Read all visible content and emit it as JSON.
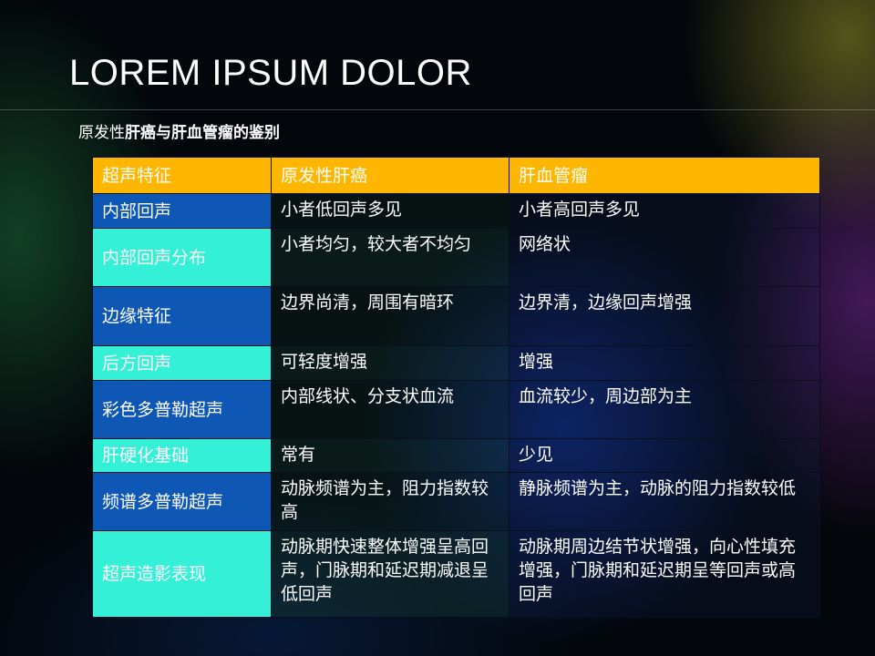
{
  "slide": {
    "title": "LOREM IPSUM DOLOR",
    "subtitle_plain": "原发性",
    "subtitle_bold": "肝癌与肝血管瘤的鉴别"
  },
  "colors": {
    "header_bg": "#ffb600",
    "first_col_blue": "#0e57b4",
    "first_col_teal": "#33f0d7",
    "text": "#ffffff"
  },
  "table": {
    "headers": [
      "超声特征",
      "原发性肝癌",
      "肝血管瘤"
    ],
    "rows": [
      [
        "内部回声",
        "小者低回声多见",
        "小者高回声多见"
      ],
      [
        "内部回声分布",
        "小者均匀，较大者不均匀",
        "网络状"
      ],
      [
        "边缘特征",
        "边界尚清，周围有暗环",
        "边界清，边缘回声增强"
      ],
      [
        "后方回声",
        "可轻度增强",
        "增强"
      ],
      [
        "彩色多普勒超声",
        "内部线状、分支状血流",
        "血流较少，周边部为主"
      ],
      [
        "肝硬化基础",
        "常有",
        "少见"
      ],
      [
        "频谱多普勒超声",
        "动脉频谱为主，阻力指数较高",
        "静脉频谱为主，动脉的阻力指数较低"
      ],
      [
        "超声造影表现",
        "动脉期快速整体增强呈高回声，门脉期和延迟期减退呈低回声",
        "动脉期周边结节状增强，向心性填充增强，门脉期和延迟期呈等回声或高回声"
      ]
    ]
  }
}
